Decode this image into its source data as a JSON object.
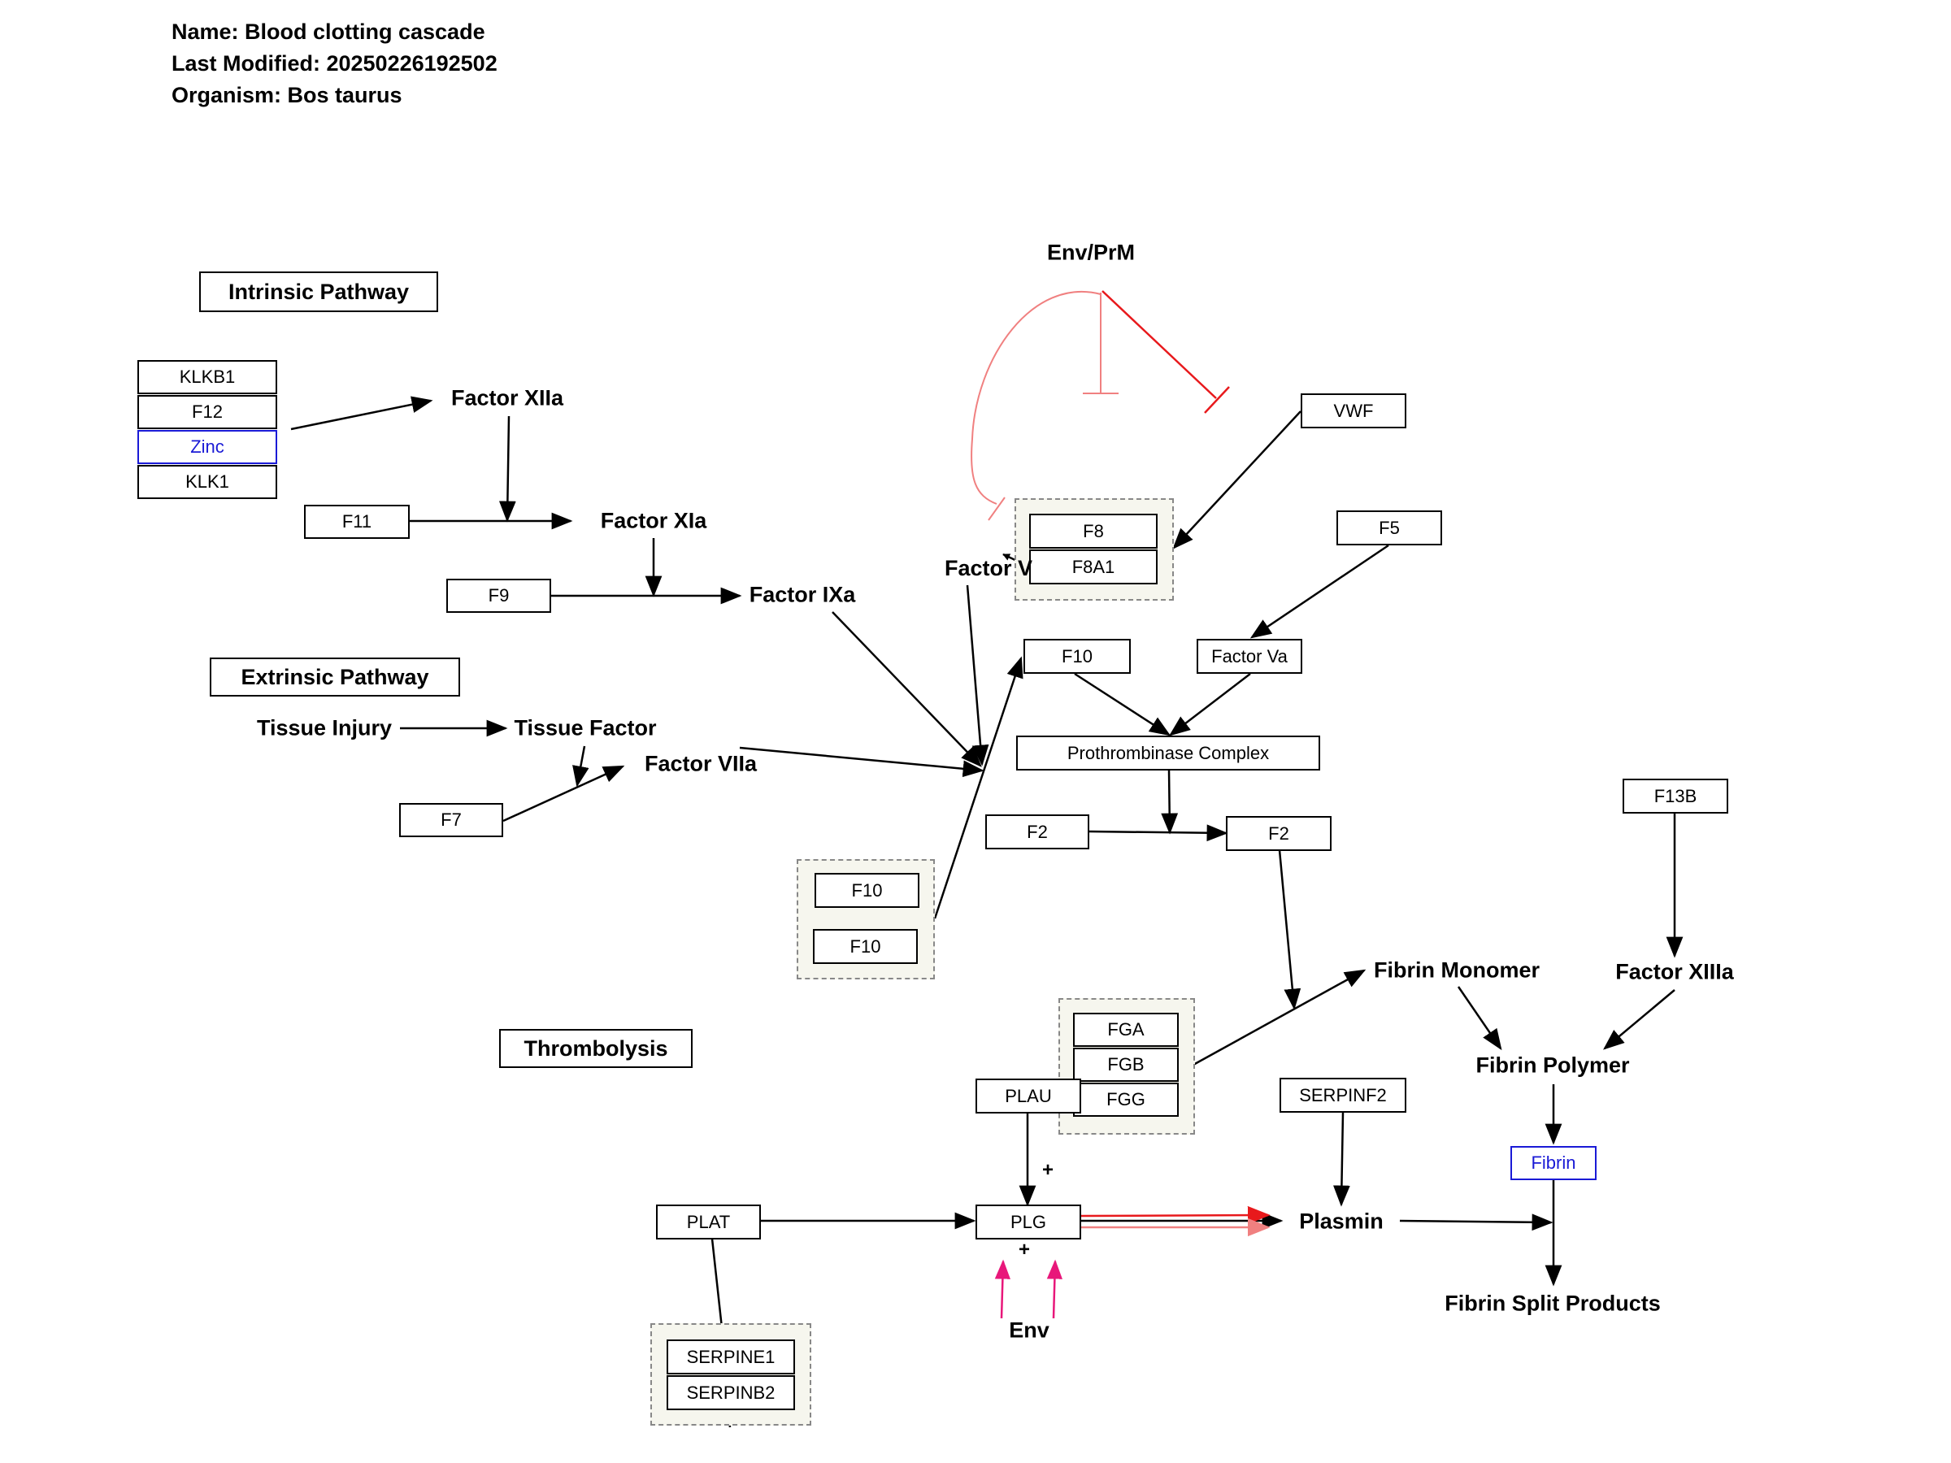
{
  "header": {
    "name": "Name: Blood clotting cascade",
    "modified": "Last Modified: 20250226192502",
    "organism": "Organism: Bos taurus"
  },
  "sections": {
    "intrinsic": "Intrinsic Pathway",
    "extrinsic": "Extrinsic Pathway",
    "thrombolysis": "Thrombolysis"
  },
  "genes": {
    "klkb1": "KLKB1",
    "f12": "F12",
    "zinc": "Zinc",
    "klk1": "KLK1",
    "f11": "F11",
    "f9": "F9",
    "f7": "F7",
    "f8": "F8",
    "f8a1": "F8A1",
    "vwf": "VWF",
    "f5": "F5",
    "f10_a": "F10",
    "factor_va": "Factor Va",
    "prothrombinase": "Prothrombinase Complex",
    "f2_a": "F2",
    "f2_b": "F2",
    "f13b": "F13B",
    "f10_b": "F10",
    "f10_c": "F10",
    "fga": "FGA",
    "fgb": "FGB",
    "fgg": "FGG",
    "plau": "PLAU",
    "serpinf2": "SERPINF2",
    "fibrin": "Fibrin",
    "plat": "PLAT",
    "plg": "PLG",
    "serpine1": "SERPINE1",
    "serpinb2": "SERPINB2"
  },
  "labels": {
    "env_prm": "Env/PrM",
    "factor_xiia": "Factor XIIa",
    "factor_xia": "Factor XIa",
    "factor_ixa": "Factor IXa",
    "factor_viii": "Factor V",
    "tissue_injury": "Tissue Injury",
    "tissue_factor": "Tissue Factor",
    "factor_viia": "Factor VIIa",
    "fibrin_monomer": "Fibrin Monomer",
    "factor_xiiia": "Factor XIIIa",
    "fibrin_polymer": "Fibrin Polymer",
    "plasmin": "Plasmin",
    "fibrin_split": "Fibrin Split Products",
    "env": "Env",
    "plus_plau": "+",
    "plus_env": "+"
  },
  "colors": {
    "edge": "#000000",
    "inhibit": "#e8191c",
    "inhibit_light": "#f08080",
    "env_arrow": "#e8177a",
    "metabolite": "#1a1ad6",
    "group_fill": "#f6f6ee"
  }
}
